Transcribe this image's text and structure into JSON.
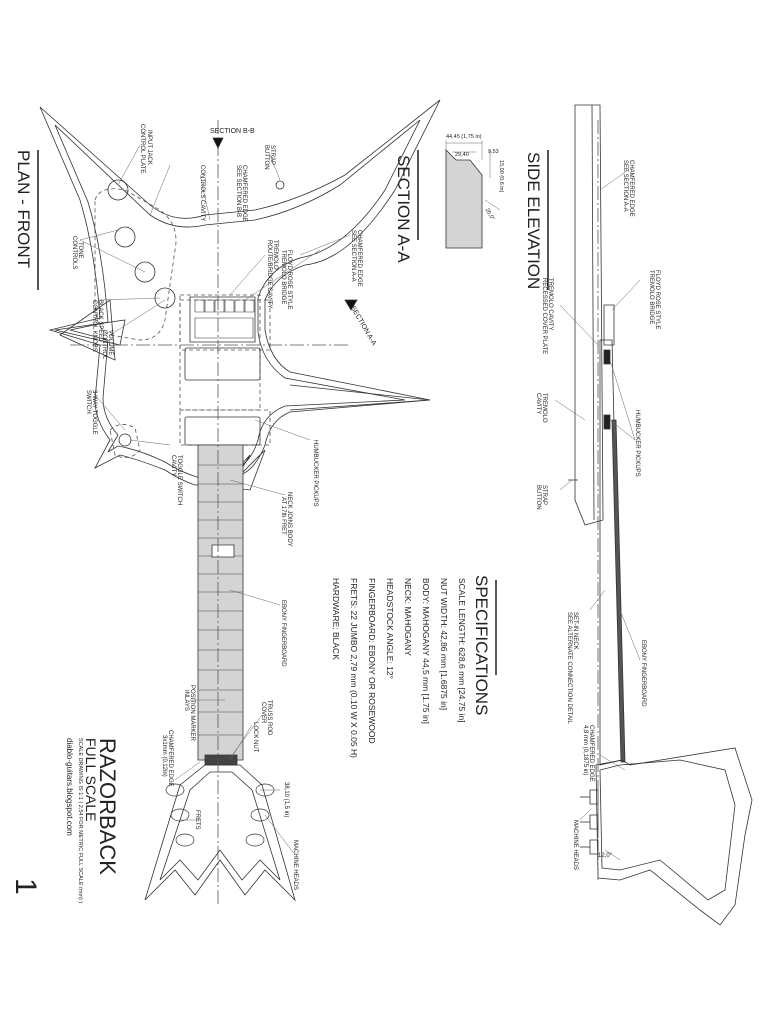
{
  "views": {
    "plan_front": "PLAN - FRONT",
    "section_aa": "SECTION A-A",
    "side_elevation": "SIDE ELEVATION",
    "section_bb_marker": "SECTION B-B",
    "section_aa_marker": "SECTION A-A"
  },
  "plan_callouts": {
    "input_jack": "INPUT JACK",
    "input_jack_2": "CONTROL PLATE",
    "controls_cavity": "CONTROLS CAVITY",
    "chamfered_edge_b": "CHAMFERED EDGE",
    "chamfered_edge_b2": "SEE SECTION B-B",
    "strap_button": "STRAP",
    "strap_button_2": "BUTTON",
    "tone_controls": "TONE",
    "tone_controls_2": "CONTROLS",
    "volume_control_knobs": "BLACK SPEED",
    "volume_control_knobs_2": "CONTROL KNOBS",
    "volume_control": "VOLUME",
    "volume_control_2": "CONTROL",
    "pickup_switch": "3-WAY TOGGLE",
    "pickup_switch_2": "SWITCH",
    "toggle_switch_cavity": "TOGGLE SWITCH",
    "toggle_switch_cavity_2": "CAVITY",
    "tremolo_bridge": "TREMOLO",
    "tremolo_bridge_2": "ROUTE/BRIDGE CAVITY",
    "floyd_rose": "FLOYD ROSE STYLE",
    "floyd_rose_2": "TREMOLO BRIDGE",
    "chamfered_edge_a": "CHAMFERED EDGE",
    "chamfered_edge_a2": "SEE SECTION A-A",
    "humbucker_pickups": "HUMBUCKER PICKUPS",
    "neck_joins_body": "NECK JOINS BODY",
    "neck_joins_body_2": "AT 17th FRET",
    "ebony_fingerboard": "EBONY FINGERBOARD",
    "position_marker": "POSITION MARKER",
    "position_marker_2": "INLAYS",
    "truss_rod_cover": "TRUSS ROD",
    "truss_rod_cover_2": "COVER",
    "lock_nut": "LOCK NUT",
    "chamfered_edge_head": "CHAMFERED EDGE",
    "chamfered_edge_head_2": "3x1mm (0.12in)",
    "frets": "FRETS",
    "machine_heads": "MACHINE HEADS",
    "head_dim": "38,10 (1,5 in)"
  },
  "section_dims": {
    "width_total": "44,45 (1,75 in)",
    "width_top": "29,40",
    "chamfer": "9,53",
    "depth": "15,00 (0,6 in)",
    "angle": "20,0°"
  },
  "side_callouts": {
    "chamfered_edge": "CHAMFERED EDGE",
    "chamfered_edge_2": "SEE SECTION A-A",
    "floyd_rose": "FLOYD ROSE STYLE",
    "floyd_rose_2": "TREMOLO BRIDGE",
    "tremolo_cavity": "TREMOLO CAVITY",
    "tremolo_cavity_2": "RECESSED COVER PLATE",
    "humbucker": "HUMBUCKER PICKUPS",
    "tremolo_cavity_b": "TREMOLO",
    "tremolo_cavity_b2": "CAVITY",
    "strap_button": "STRAP",
    "strap_button_2": "BUTTON",
    "set_in_neck": "SET-IN NECK",
    "set_in_neck_2": "SEE ALTERNATE CONNECTION DETAIL",
    "ebony_fingerboard": "EBONY FINGERBOARD",
    "chamfered_edge_head": "CHAMFERED EDGE",
    "chamfered_edge_head_2": "4,8 mm (0,1875 in)",
    "machine_heads": "MACHINE HEADS",
    "head_angle": "12,0°"
  },
  "specifications": {
    "heading": "SPECIFICATIONS",
    "lines": [
      "SCALE LENGTH:  628,6 mm [24.75 in]",
      "NUT WIDTH:  42,86 mm [1.6875 in]",
      "BODY:  MAHOGANY  44,5 mm  [1.75 in]",
      "NECK:  MAHOGANY",
      "HEADSTOCK ANGLE:  12°",
      "FINGERBOARD:  EBONY OR ROSEWOOD",
      "FRETS:  22  JUMBO  2,79 mm  (0.10 W X 0.05 H)",
      "HARDWARE:  BLACK"
    ]
  },
  "title_block": {
    "title": "RAZORBACK",
    "subtitle": "FULL SCALE",
    "note": "SCALE DRAWING IS 1:1 ( 2,54 FOR METRIC FULL SCALE (mm) )",
    "website": "diablo-guitars.blogspot.com",
    "sheet_number": "1"
  }
}
